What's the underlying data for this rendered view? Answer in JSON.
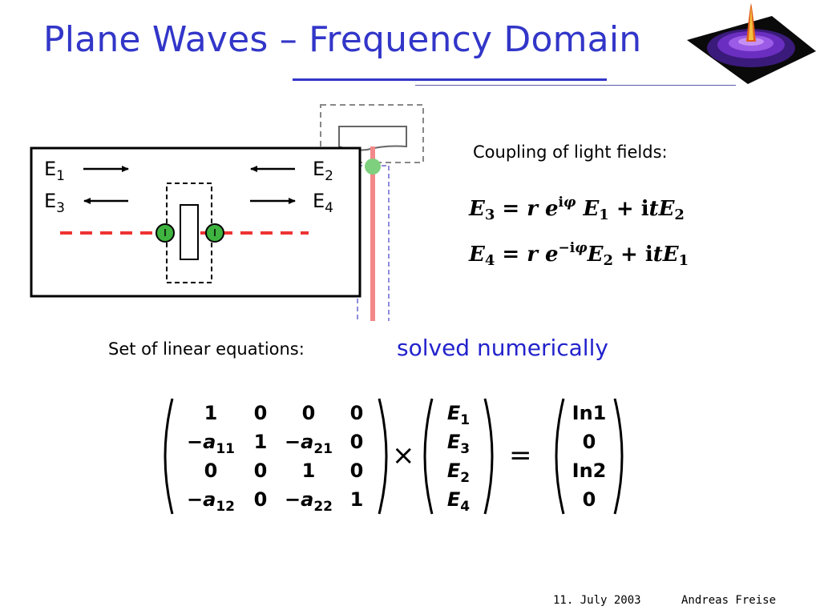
{
  "title": "Plane Waves – Frequency Domain",
  "diagram": {
    "labels": [
      "E1",
      "E3",
      "E2",
      "E4"
    ],
    "colors": {
      "beam": "#ee3333",
      "pickoff_beam": "#f28888",
      "node": "#3fb33f",
      "node_light": "#7ed07e",
      "dash_blue": "#6666cc"
    }
  },
  "coupling": {
    "label": "Coupling of light fields:",
    "eq1": {
      "lhs": "E3",
      "phase": "iφ",
      "term1": "E1",
      "term2": "E2"
    },
    "eq2": {
      "lhs": "E4",
      "phase": "−iφ",
      "term1": "E2",
      "term2": "E1"
    }
  },
  "linear": {
    "label": "Set of linear equations:",
    "solved": "solved numerically",
    "matrix": [
      [
        "1",
        "0",
        "0",
        "0"
      ],
      [
        "−a11",
        "1",
        "−a21",
        "0"
      ],
      [
        "0",
        "0",
        "1",
        "0"
      ],
      [
        "−a12",
        "0",
        "−a22",
        "1"
      ]
    ],
    "vector": [
      "E1",
      "E3",
      "E2",
      "E4"
    ],
    "rhs": [
      "In1",
      "0",
      "In2",
      "0"
    ]
  },
  "footer": {
    "date": "11. July 2003",
    "author": "Andreas Freise"
  }
}
